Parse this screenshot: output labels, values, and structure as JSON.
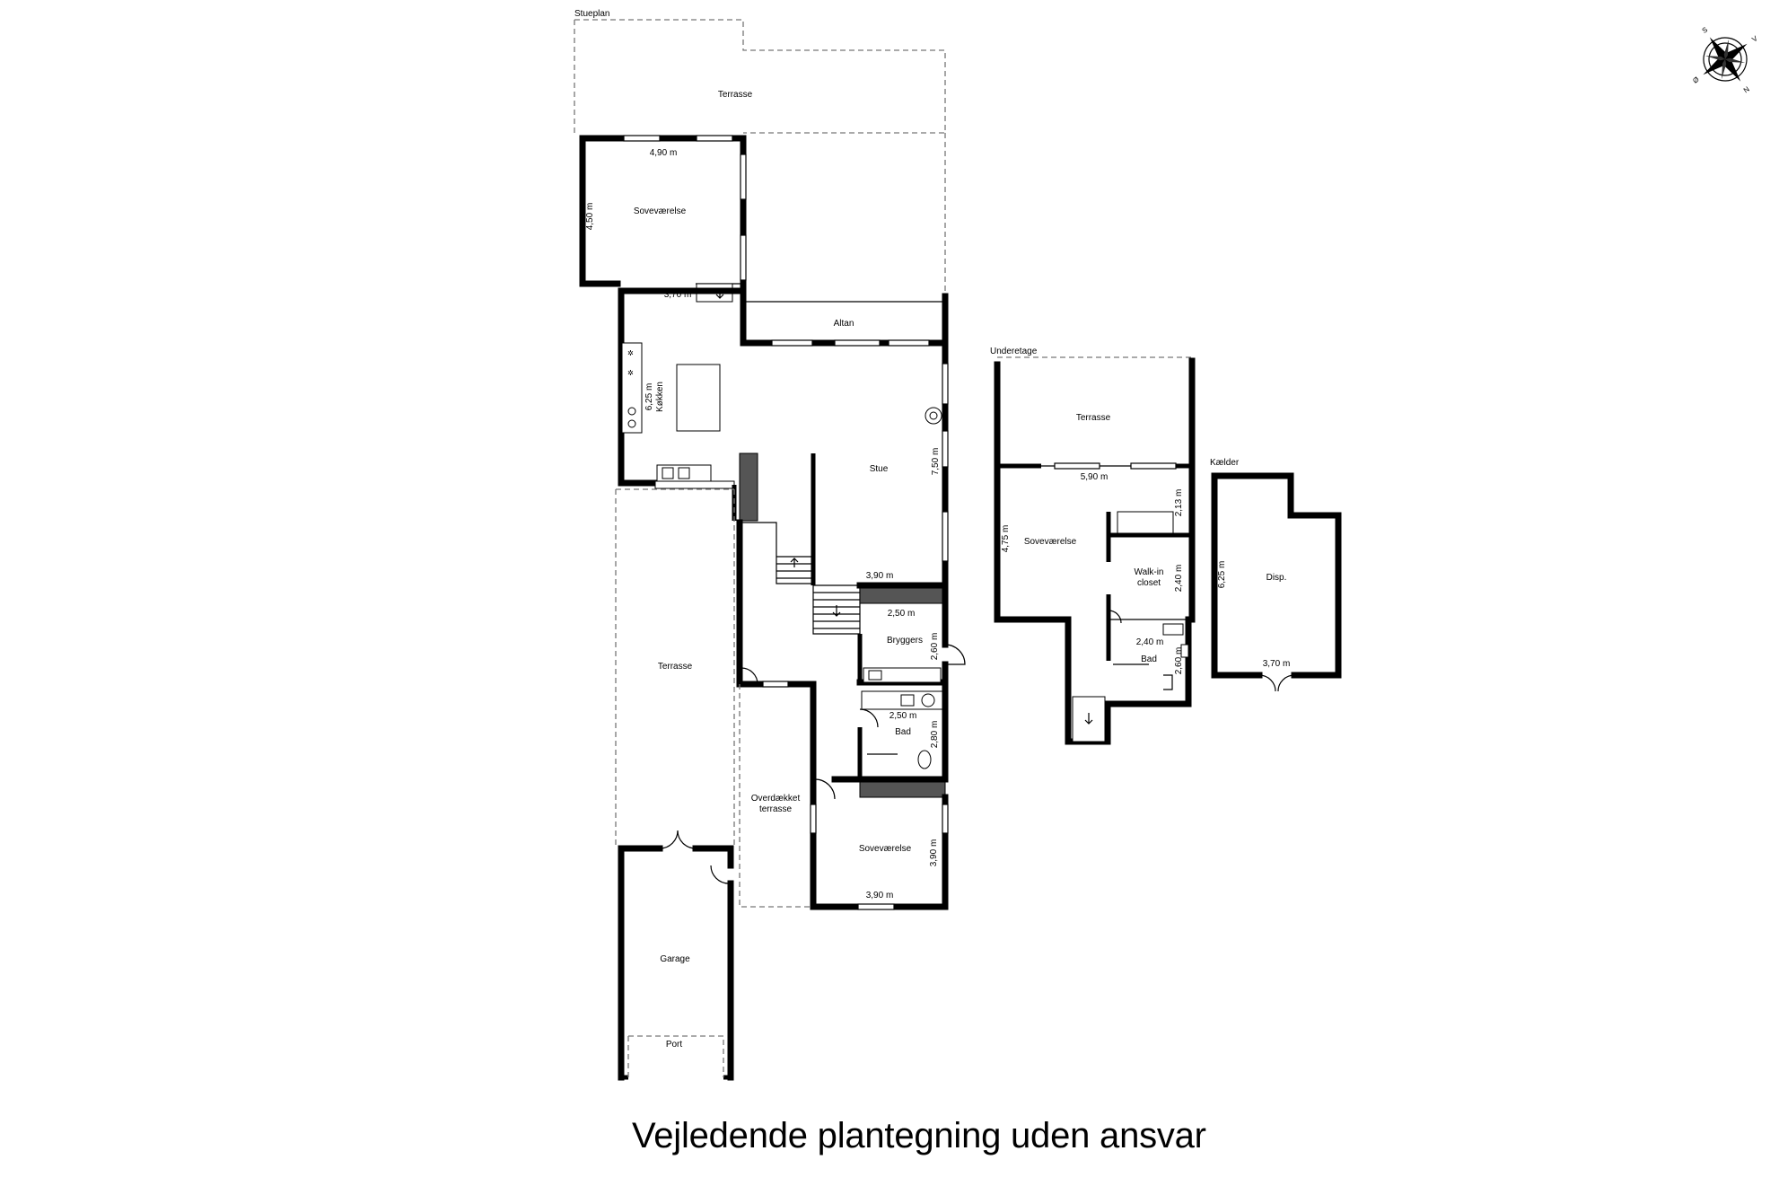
{
  "floors": {
    "ground": {
      "title": "Stueplan",
      "rooms": {
        "terrace_top": "Terrasse",
        "bedroom_top": "Soveværelse",
        "balcony": "Altan",
        "kitchen": "Køkken",
        "living": "Stue",
        "terrace_left": "Terrasse",
        "utility": "Bryggers",
        "bath": "Bad",
        "covered_terrace_line1": "Overdækket",
        "covered_terrace_line2": "terrasse",
        "bedroom_bottom": "Soveværelse",
        "garage": "Garage",
        "port": "Port"
      },
      "dimensions": {
        "bedroom_top_width": "4,90 m",
        "bedroom_top_height": "4,50 m",
        "kitchen_top": "3,70 m",
        "kitchen_height": "6,25 m",
        "living_height": "7,50 m",
        "living_width": "3,90 m",
        "utility_width": "2,50 m",
        "utility_height": "2,60 m",
        "bath_width": "2,50 m",
        "bath_height": "2,80 m",
        "bedroom_bottom_height": "3,90 m",
        "bedroom_bottom_width": "3,90 m"
      }
    },
    "lower": {
      "title": "Underetage",
      "rooms": {
        "terrace": "Terrasse",
        "bedroom": "Soveværelse",
        "walkin_line1": "Walk-in",
        "walkin_line2": "closet",
        "bath": "Bad"
      },
      "dimensions": {
        "bedroom_width": "5,90 m",
        "bedroom_height": "4,75 m",
        "closet_top": "2,13 m",
        "walkin_height": "2,40 m",
        "bath_width": "2,40 m",
        "bath_height": "2,60 m"
      }
    },
    "basement": {
      "title": "Kælder",
      "rooms": {
        "storage": "Disp."
      },
      "dimensions": {
        "height": "6,25 m",
        "width": "3,70 m"
      }
    }
  },
  "compass": {
    "letters": [
      "S",
      "V",
      "N",
      "Ø"
    ]
  },
  "caption": "Vejledende plantegning uden ansvar"
}
